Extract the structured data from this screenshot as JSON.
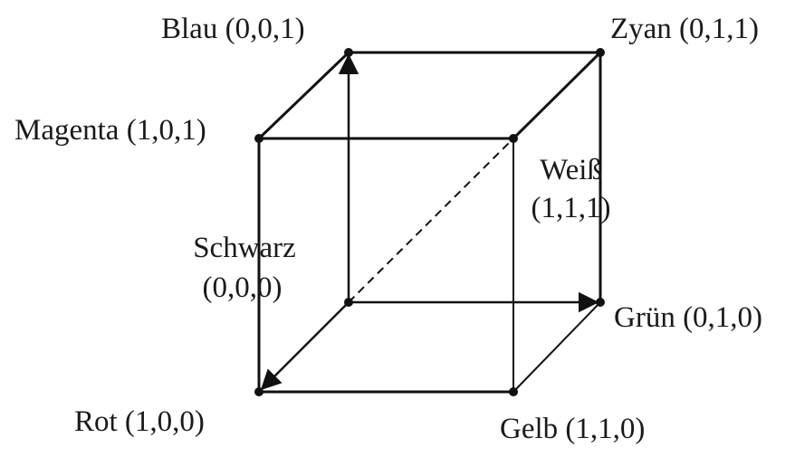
{
  "labels": {
    "blau": "Blau (0,0,1)",
    "zyan": "Zyan (0,1,1)",
    "magenta": "Magenta (1,0,1)",
    "weiss_name": "Weiß",
    "weiss_coords": "(1,1,1)",
    "schwarz_name": "Schwarz",
    "schwarz_coords": "(0,0,0)",
    "gruen": "Grün (0,1,0)",
    "rot": "Rot (1,0,0)",
    "gelb": "Gelb (1,1,0)"
  },
  "colors": {
    "stroke": "#111111",
    "text": "#1a1a1a"
  }
}
